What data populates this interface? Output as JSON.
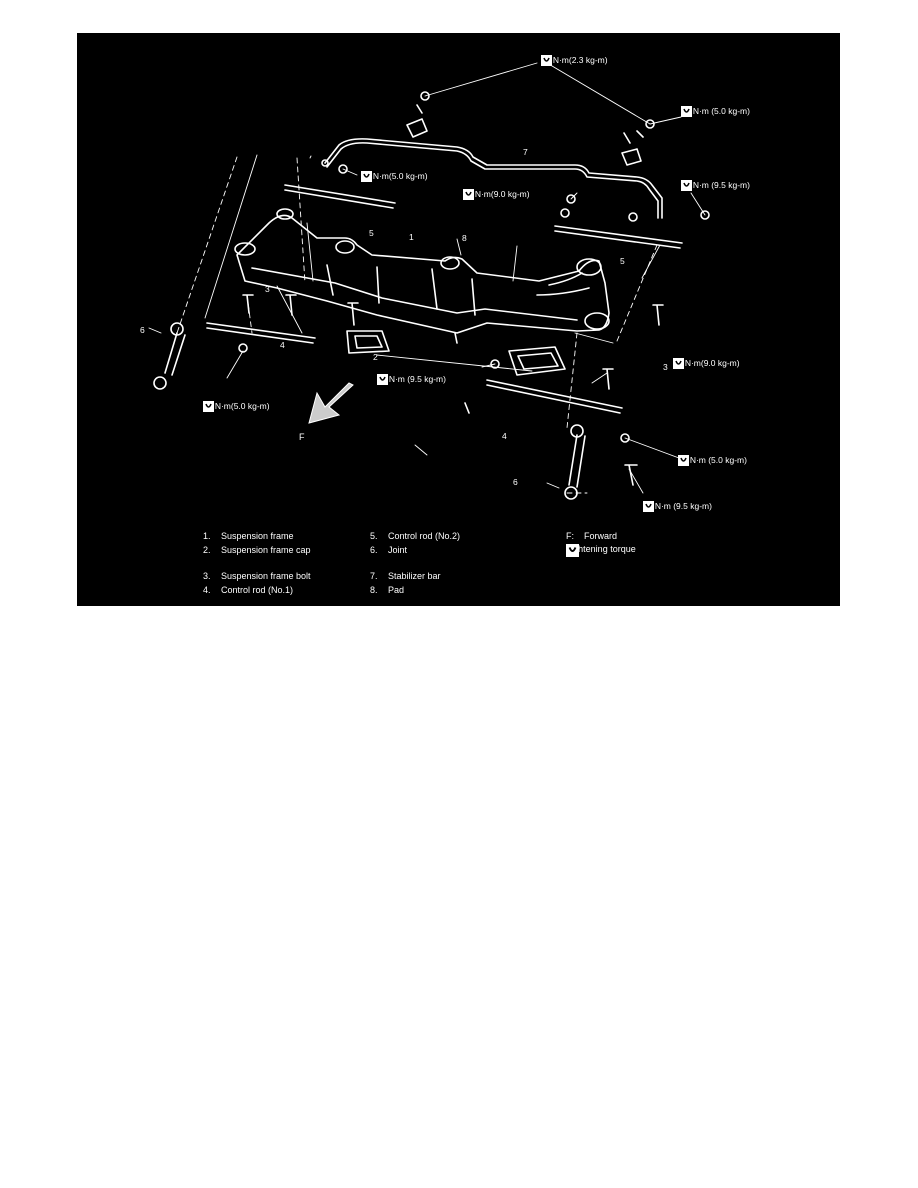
{
  "colors": {
    "background": "#000000",
    "ink": "#ffffff",
    "page": "#ffffff"
  },
  "icons": {
    "torque": "tightening-torque-icon",
    "forward": "forward-arrow-icon"
  },
  "torque_labels": {
    "t1": "23 N·m(2.3 kg-m)",
    "t2": "50 N·m (5.0 kg-m)",
    "t3": "50 N·m(5.0 kg-m)",
    "t4": "95 N·m (9.5 kg-m)",
    "t5": "90 N·m(9.0 kg-m)",
    "t6": "95 N·m (9.5 kg-m)",
    "t7": "90 N·m(9.0 kg-m)",
    "t8": "50 N·m(5.0 kg-m)",
    "t9": "50 N·m (5.0 kg-m)",
    "t10": "95 N·m (9.5 kg-m)"
  },
  "callouts": {
    "c1": "1",
    "c2": "2",
    "c3a": "3",
    "c3b": "3",
    "c4a": "4",
    "c4b": "4",
    "c5a": "5",
    "c5b": "5",
    "c6a": "6",
    "c6b": "6",
    "c7": "7",
    "c8": "8"
  },
  "forward_label": "F",
  "legend": {
    "items": [
      {
        "num": "1.",
        "text": "Suspension frame"
      },
      {
        "num": "2.",
        "text": "Suspension frame cap"
      },
      {
        "num": "3.",
        "text": "Suspension frame bolt"
      },
      {
        "num": "4.",
        "text": "Control rod (No.1)"
      },
      {
        "num": "5.",
        "text": "Control rod (No.2)"
      },
      {
        "num": "6.",
        "text": "Joint"
      },
      {
        "num": "7.",
        "text": "Stabilizer bar"
      },
      {
        "num": "8.",
        "text": "Pad"
      },
      {
        "num": "F:",
        "text": "Forward"
      }
    ],
    "torque_key": "Tightening torque"
  }
}
